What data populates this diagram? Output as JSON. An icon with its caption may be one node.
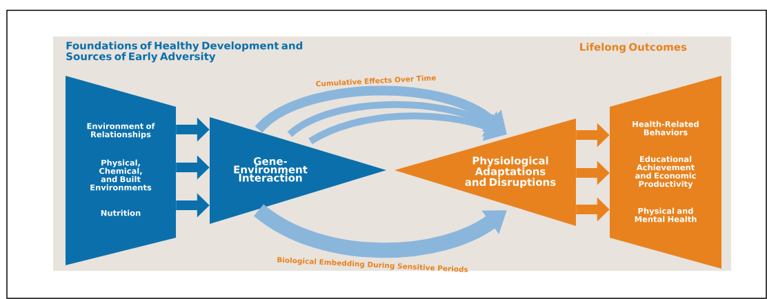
{
  "diagram": {
    "nodes": [
      {
        "text": [
          "Environment of Relationships",
          "Physical, Chemical, and Built Environments",
          "Nutrition"
        ]
      },
      {
        "text": [
          "Gene-Environment Interaction"
        ]
      },
      {
        "text": [
          "Physiological Adaptations and Disruptions"
        ]
      },
      {
        "text": [
          "Health-Related Behaviors",
          "Educational Achievement and Economic Productivity",
          "Physical and Mental Health"
        ]
      }
    ],
    "edges": [
      {
        "from": 0,
        "to": 1,
        "arrow": "to",
        "color": "#0b6fac"
      },
      {
        "from": 0,
        "to": 1,
        "arrow": "to",
        "color": "#0b6fac"
      },
      {
        "from": 0,
        "to": 1,
        "arrow": "to",
        "color": "#0b6fac"
      },
      {
        "from": 1,
        "to": 2,
        "arrow": "to",
        "color": "#8ab6dc",
        "label": "Cumulative Effects Over Time"
      },
      {
        "from": 1,
        "to": 2,
        "arrow": "to",
        "color": "#8ab6dc"
      },
      {
        "from": 1,
        "to": 2,
        "arrow": "to",
        "color": "#8ab6dc"
      },
      {
        "from": 1,
        "to": 2,
        "arrow": "to",
        "color": "#8ab6dc",
        "label": "Biological Embedding During Sensitive Periods"
      },
      {
        "from": 2,
        "to": 3,
        "arrow": "to",
        "color": "#e8821e"
      },
      {
        "from": 2,
        "to": 3,
        "arrow": "to",
        "color": "#e8821e"
      },
      {
        "from": 2,
        "to": 3,
        "arrow": "to",
        "color": "#e8821e"
      }
    ],
    "labels": [
      "Foundations of Healthy Development and Sources of Early Adversity",
      "Lifelong Outcomes"
    ]
  }
}
